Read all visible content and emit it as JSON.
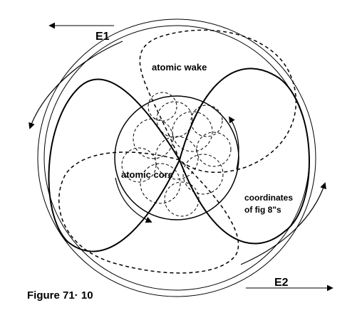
{
  "figure": {
    "caption": "Figure 71· 10",
    "labels": {
      "e1": "E1",
      "e2": "E2",
      "atomic_wake": "atomic wake",
      "atomic_core": "atomic core",
      "coordinates_line1": "coordinates",
      "coordinates_line2": "of fig 8\"s"
    },
    "colors": {
      "ink": "#000000",
      "background": "#ffffff"
    }
  }
}
